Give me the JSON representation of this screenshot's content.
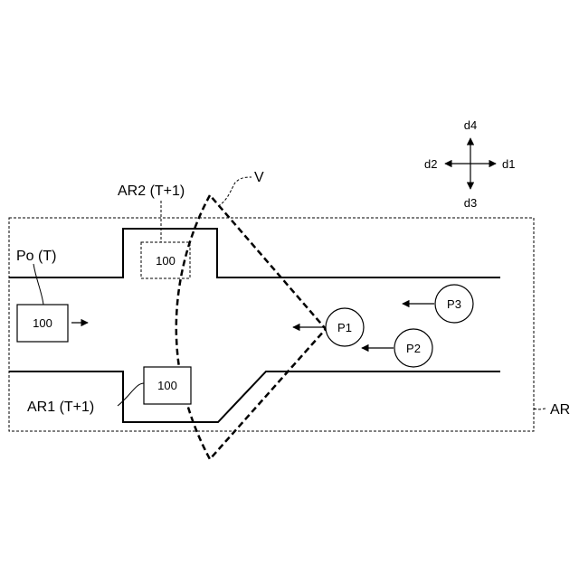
{
  "directions": {
    "up": "d4",
    "left": "d2",
    "right": "d1",
    "down": "d3"
  },
  "labels": {
    "region": "AR",
    "view_area": "V",
    "position_now": "Po (T)",
    "area_ar2": "AR2 (T+1)",
    "area_ar1": "AR1 (T+1)"
  },
  "vehicles": {
    "current": "100",
    "ar2_predicted": "100",
    "ar1_predicted": "100"
  },
  "pedestrians": [
    "P1",
    "P2",
    "P3"
  ]
}
